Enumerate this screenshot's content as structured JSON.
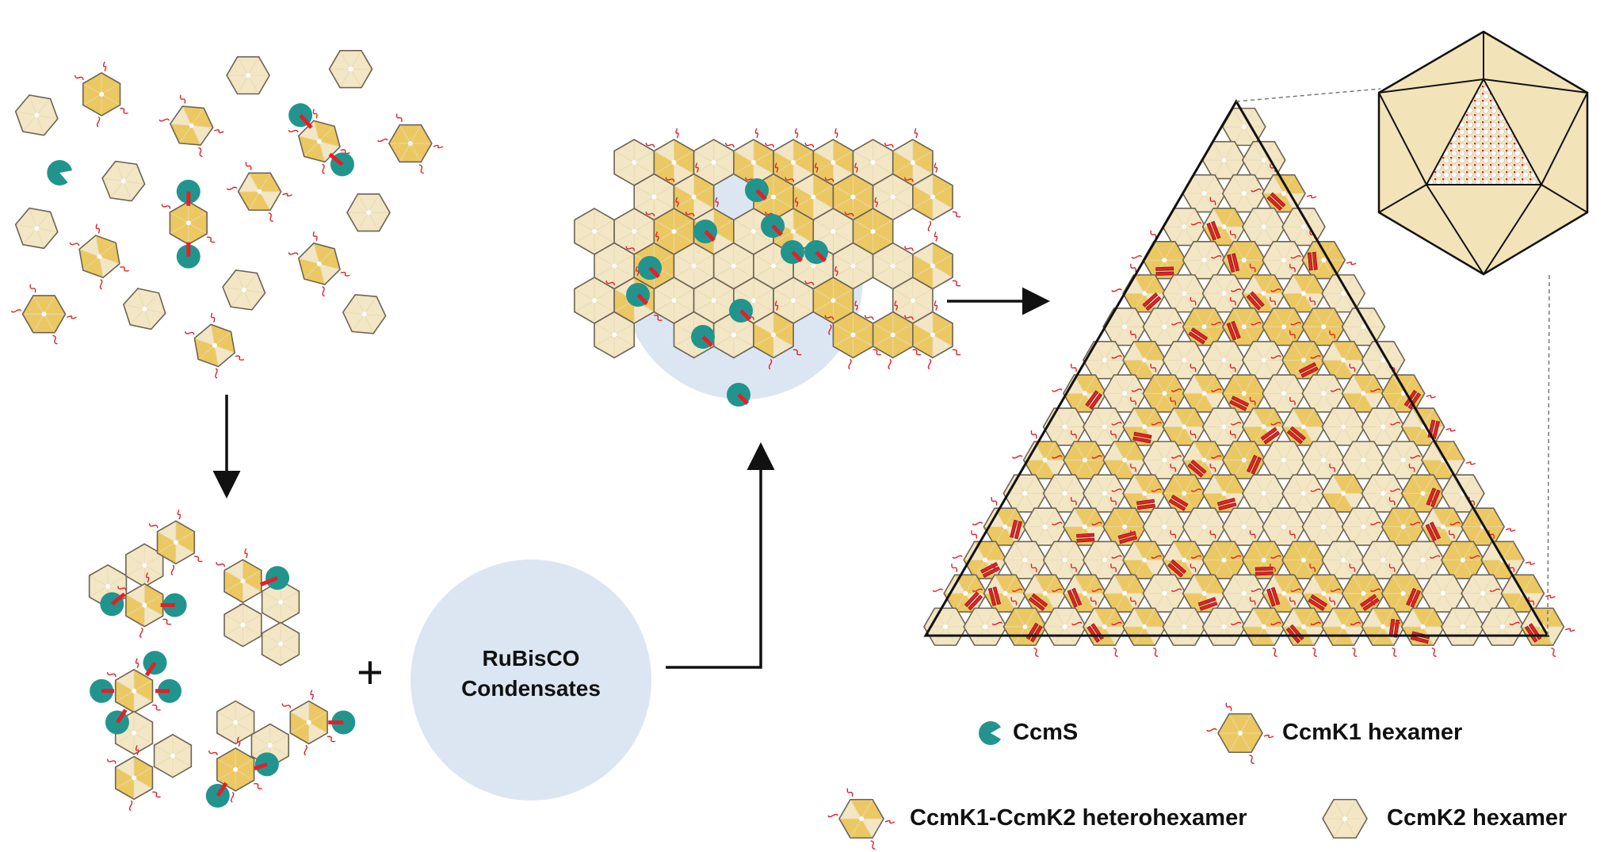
{
  "condensate_label_line1": "RuBisCO",
  "condensate_label_line2": "Condensates",
  "plus_sign": "+",
  "legend": {
    "ccms": "CcmS",
    "ccmk1": "CcmK1 hexamer",
    "hetero": "CcmK1-CcmK2 heterohexamer",
    "ccmk2": "CcmK2 hexamer"
  },
  "colors": {
    "ccmk2_light": "#f3e6c4",
    "ccmk1_dark": "#ecc862",
    "ccms_teal": "#22948e",
    "linker_red": "#e3202a",
    "condensate_blue": "#dce6f2",
    "outline": "#6b6455"
  }
}
